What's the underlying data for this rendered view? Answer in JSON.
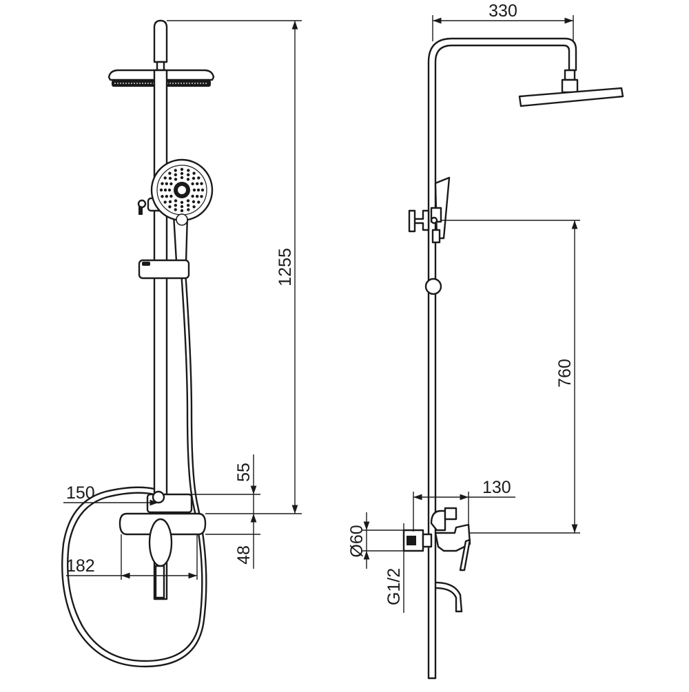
{
  "drawing": {
    "front_view": {
      "dimensions": {
        "overall_height": "1255",
        "inlet_spacing": "150",
        "body_width": "182",
        "body_depth_upper": "55",
        "body_depth_lower": "48"
      }
    },
    "side_view": {
      "dimensions": {
        "arm_projection": "330",
        "slider_height": "760",
        "wall_offset": "130",
        "escutcheon_diameter": "Ø60",
        "thread": "G1/2"
      }
    }
  }
}
